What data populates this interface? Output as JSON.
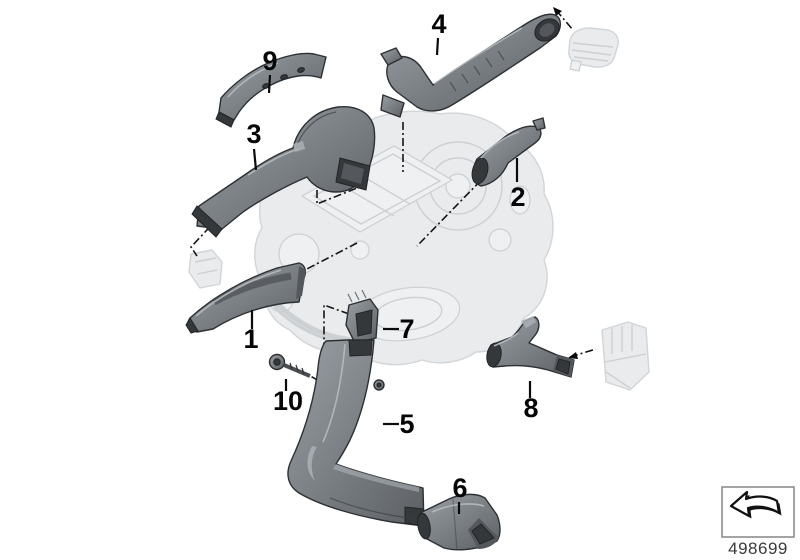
{
  "diagram": {
    "callouts": [
      {
        "label": "1"
      },
      {
        "label": "2"
      },
      {
        "label": "3"
      },
      {
        "label": "4"
      },
      {
        "label": "5"
      },
      {
        "label": "6"
      },
      {
        "label": "7"
      },
      {
        "label": "8"
      },
      {
        "label": "9"
      },
      {
        "label": "10"
      }
    ],
    "part_number": "498699"
  },
  "icons": {
    "footer_thumbnail": "bent-arrow-icon"
  },
  "colors": {
    "background": "#ffffff",
    "part_light": "#969ba0",
    "part_dark": "#5c6064",
    "part_opening": "#35383b",
    "faded_fill": "#e9ebed",
    "faded_stroke": "#d2d5d8",
    "line": "#0b0b0b"
  }
}
